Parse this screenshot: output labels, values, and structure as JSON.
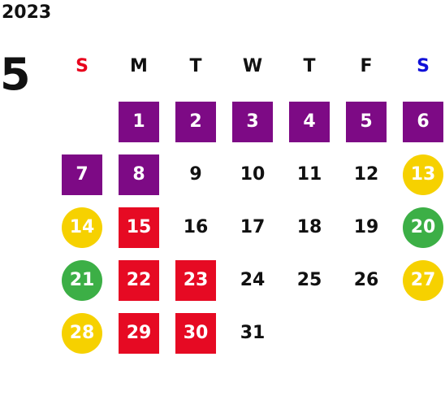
{
  "calendar": {
    "year": "2023",
    "month": "5",
    "weekdays": [
      {
        "label": "S",
        "color": "#e8001c"
      },
      {
        "label": "M",
        "color": "#111111"
      },
      {
        "label": "T",
        "color": "#111111"
      },
      {
        "label": "W",
        "color": "#111111"
      },
      {
        "label": "T",
        "color": "#111111"
      },
      {
        "label": "F",
        "color": "#111111"
      },
      {
        "label": "S",
        "color": "#1010d8"
      }
    ],
    "first_weekday_index": 1,
    "days": [
      {
        "n": "1",
        "mark": "square",
        "color": "#7d0a85"
      },
      {
        "n": "2",
        "mark": "square",
        "color": "#7d0a85"
      },
      {
        "n": "3",
        "mark": "square",
        "color": "#7d0a85"
      },
      {
        "n": "4",
        "mark": "square",
        "color": "#7d0a85"
      },
      {
        "n": "5",
        "mark": "square",
        "color": "#7d0a85"
      },
      {
        "n": "6",
        "mark": "square",
        "color": "#7d0a85"
      },
      {
        "n": "7",
        "mark": "square",
        "color": "#7d0a85"
      },
      {
        "n": "8",
        "mark": "square",
        "color": "#7d0a85"
      },
      {
        "n": "9",
        "mark": "none"
      },
      {
        "n": "10",
        "mark": "none"
      },
      {
        "n": "11",
        "mark": "none"
      },
      {
        "n": "12",
        "mark": "none"
      },
      {
        "n": "13",
        "mark": "circle",
        "color": "#f6d100"
      },
      {
        "n": "14",
        "mark": "circle",
        "color": "#f6d100"
      },
      {
        "n": "15",
        "mark": "square",
        "color": "#e60a23"
      },
      {
        "n": "16",
        "mark": "none"
      },
      {
        "n": "17",
        "mark": "none"
      },
      {
        "n": "18",
        "mark": "none"
      },
      {
        "n": "19",
        "mark": "none"
      },
      {
        "n": "20",
        "mark": "circle",
        "color": "#3caf46"
      },
      {
        "n": "21",
        "mark": "circle",
        "color": "#3caf46"
      },
      {
        "n": "22",
        "mark": "square",
        "color": "#e60a23"
      },
      {
        "n": "23",
        "mark": "square",
        "color": "#e60a23"
      },
      {
        "n": "24",
        "mark": "none"
      },
      {
        "n": "25",
        "mark": "none"
      },
      {
        "n": "26",
        "mark": "none"
      },
      {
        "n": "27",
        "mark": "circle",
        "color": "#f6d100"
      },
      {
        "n": "28",
        "mark": "circle",
        "color": "#f6d100"
      },
      {
        "n": "29",
        "mark": "square",
        "color": "#e60a23"
      },
      {
        "n": "30",
        "mark": "square",
        "color": "#e60a23"
      },
      {
        "n": "31",
        "mark": "none"
      }
    ]
  }
}
